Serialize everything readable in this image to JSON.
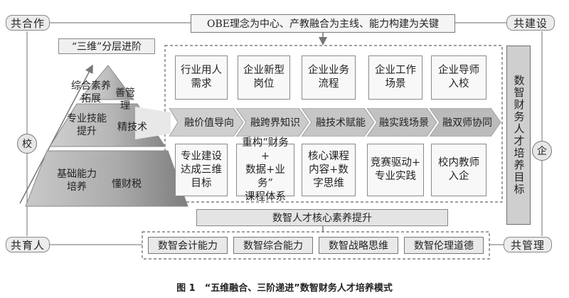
{
  "corners": {
    "top_left": "共合作",
    "top_right": "共建设",
    "bottom_left": "共育人",
    "bottom_right": "共管理"
  },
  "top_title": "OBE理念为中心、产教融合为主线、能力构建为关键",
  "three_dim_label": "“三维”分层进阶",
  "side_circles": {
    "left": "校",
    "right": "企"
  },
  "pyramid": [
    {
      "left": "综合素养拓展",
      "right": "善管理"
    },
    {
      "left": "专业技能提升",
      "right": "精技术"
    },
    {
      "left": "基础能力培养",
      "right": "懂财税"
    }
  ],
  "top_row": [
    {
      "lines": [
        "行业用人",
        "需求"
      ]
    },
    {
      "lines": [
        "企业新型",
        "岗位"
      ]
    },
    {
      "lines": [
        "企业业务",
        "流程"
      ]
    },
    {
      "lines": [
        "企业工作",
        "场景"
      ]
    },
    {
      "lines": [
        "企业导师",
        "入校"
      ]
    }
  ],
  "arrows": [
    "融价值导向",
    "融跨界知识",
    "融技术赋能",
    "融实践场景",
    "融双师协同"
  ],
  "bottom_row": [
    {
      "lines": [
        "专业建设",
        "达成三维",
        "目标"
      ]
    },
    {
      "lines": [
        "重构“财务+",
        "数据+业务”",
        "课程体系"
      ]
    },
    {
      "lines": [
        "核心课程",
        "内容+数",
        "字思维"
      ]
    },
    {
      "lines": [
        "竞赛驱动+",
        "专业实践"
      ]
    },
    {
      "lines": [
        "校内教师",
        "入企"
      ]
    }
  ],
  "right_vertical": "数智财务人才培养目标",
  "core_bar": "数智人才核心素养提升",
  "abilities": [
    "数智会计能力",
    "数智综合能力",
    "数智战略思维",
    "数智伦理道德"
  ],
  "caption": "图 1　“五维融合、三阶递进”数智财务人才培养模式",
  "colors": {
    "box_border": "#7a7a7a",
    "arrow_fill": "#c8c8c8",
    "pyramid_dark": "#8c8c8c",
    "pyramid_light": "#d9d9d9"
  }
}
